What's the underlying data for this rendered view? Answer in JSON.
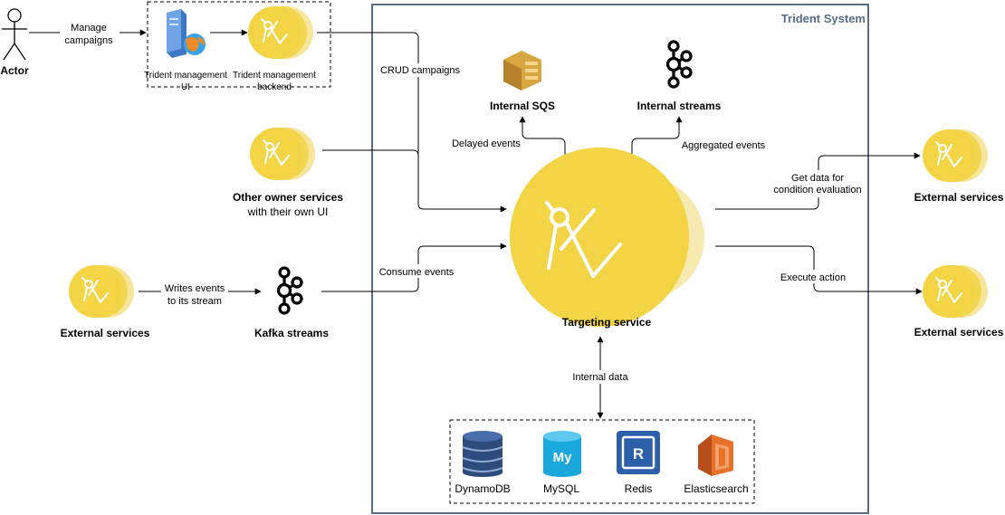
{
  "system": {
    "title": "Trident System"
  },
  "nodes": {
    "actor": {
      "label": "Actor"
    },
    "mgmt_ui": {
      "label_line1": "Trident management",
      "label_line2": "UI"
    },
    "mgmt_backend": {
      "label_line1": "Trident management",
      "label_line2": "backend"
    },
    "other_owner": {
      "label_line1": "Other owner services",
      "label_line2": "with their own UI"
    },
    "external_left": {
      "label": "External services"
    },
    "kafka": {
      "label": "Kafka streams"
    },
    "internal_sqs": {
      "label": "Internal SQS"
    },
    "internal_streams": {
      "label": "Internal streams"
    },
    "targeting": {
      "label": "Targeting service"
    },
    "external_right_top": {
      "label": "External services"
    },
    "external_right_bottom": {
      "label": "External services"
    },
    "dynamodb": {
      "label": "DynamoDB"
    },
    "mysql": {
      "label": "MySQL",
      "icon_text": "My"
    },
    "redis": {
      "label": "Redis",
      "icon_text": "R"
    },
    "elasticsearch": {
      "label": "Elasticsearch"
    }
  },
  "edges": {
    "manage_campaigns": {
      "line1": "Manage",
      "line2": "campaigns"
    },
    "crud_campaigns": {
      "label": "CRUD campaigns"
    },
    "delayed_events": {
      "label": "Delayed events"
    },
    "aggregated_events": {
      "label": "Aggregated events"
    },
    "get_data": {
      "line1": "Get data for",
      "line2": "condition evaluation"
    },
    "execute_action": {
      "label": "Execute action"
    },
    "writes_events": {
      "line1": "Writes events",
      "line2": "to its stream"
    },
    "consume_events": {
      "label": "Consume events"
    },
    "internal_data": {
      "label": "Internal data"
    }
  },
  "colors": {
    "service_yellow": "#f2d444",
    "system_border": "#5a6d84",
    "sqs": "#d9a741",
    "dynamodb": "#2e4b7e",
    "mysql": "#1ba8dd",
    "redis": "#2b5fa8",
    "elasticsearch": "#e7722b"
  }
}
